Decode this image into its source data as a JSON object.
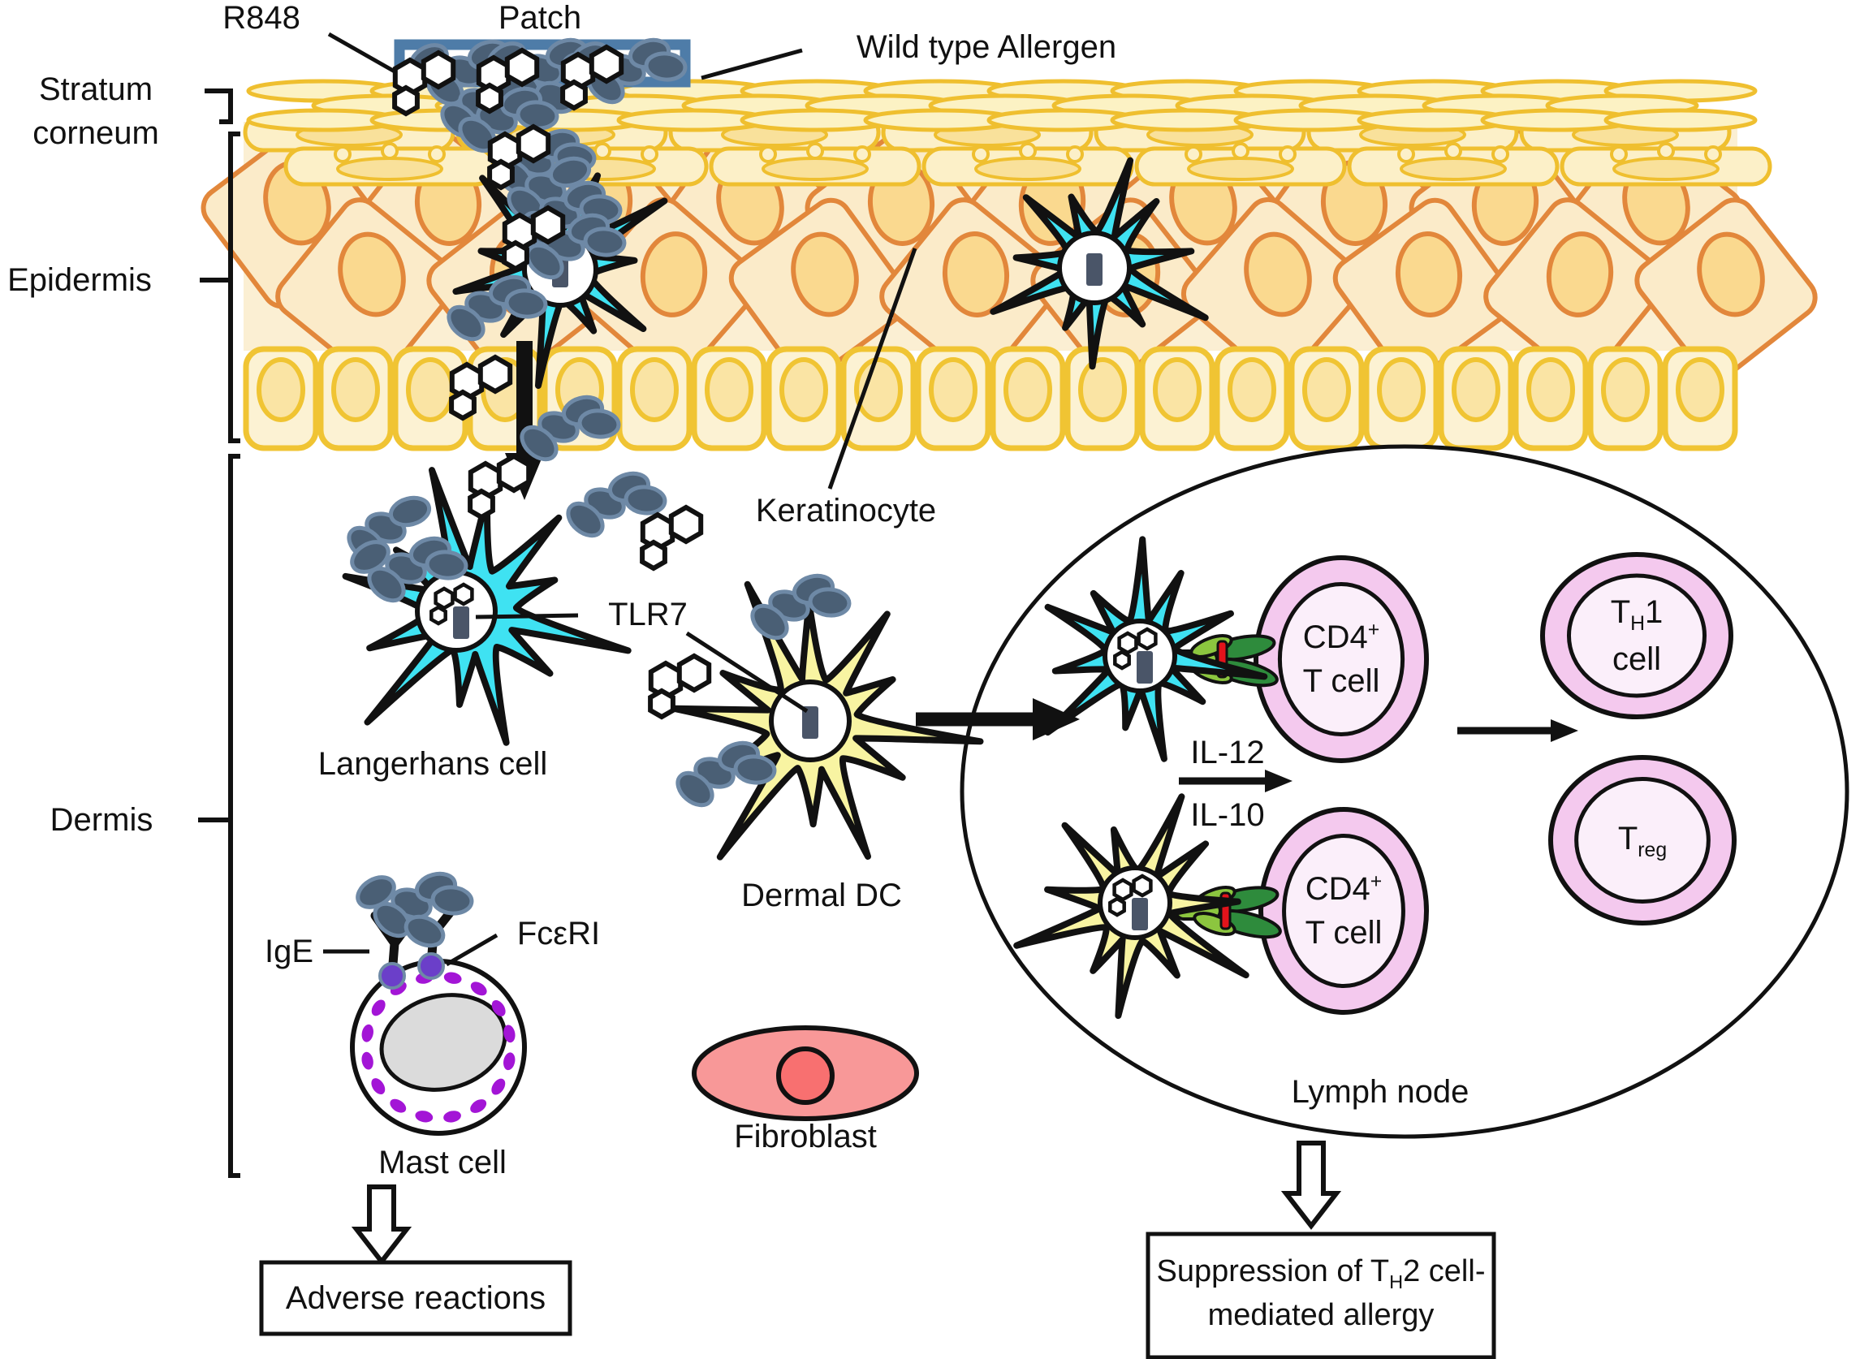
{
  "labels": {
    "r848": "R848",
    "patch": "Patch",
    "wild_type_allergen": "Wild type Allergen",
    "stratum_corneum_line1": "Stratum",
    "stratum_corneum_line2": "corneum",
    "epidermis": "Epidermis",
    "dermis": "Dermis",
    "keratinocyte": "Keratinocyte",
    "tlr7": "TLR7",
    "langerhans_cell": "Langerhans cell",
    "dermal_dc": "Dermal DC",
    "ige": "IgE",
    "fceri": "FcεRI",
    "mast_cell": "Mast cell",
    "fibroblast": "Fibroblast",
    "lymph_node": "Lymph node",
    "il12": "IL-12",
    "il10": "IL-10"
  },
  "cells": {
    "cd4_t_cell": {
      "line1": "CD4",
      "sup": "+",
      "line2": "T cell"
    },
    "th1": {
      "base": "T",
      "sub": "H",
      "after": "1",
      "line2": "cell"
    },
    "treg": {
      "base": "T",
      "sub": "reg"
    }
  },
  "boxes": {
    "adverse_reactions": "Adverse reactions",
    "suppression_line1_base": "Suppression of T",
    "suppression_line1_sub": "H",
    "suppression_line1_rest": "2 cell-",
    "suppression_line2": "mediated allergy"
  },
  "colors": {
    "outline": "#111111",
    "corneum_gold": "#EFBF2F",
    "basal_gold": "#F0C433",
    "keratinocyte_stroke": "#E2873B",
    "keratinocyte_fill": "#FBEBC9",
    "keratinocyte_nucleus": "#FAD98F",
    "epidermis_bg": "#FBEFD3",
    "pale_cell_fill": "#FCF0C8",
    "langerhans": "#3FE2F2",
    "dermal_dc": "#F8F4A2",
    "tlr7_receptor": "#4A5568",
    "allergen": "#4A5F75",
    "allergen_stroke": "#6E89A6",
    "r848_molecule": "#FFFFFF",
    "patch": "#4E7CA8",
    "tcell_ring": "#F4C9EE",
    "tcell_inner": "#FBEFFA",
    "mast_granule": "#A315D6",
    "mast_nucleus": "#DBDBDB",
    "fceri_receptor": "#6B3FC9",
    "fibroblast": "#F89898",
    "fibroblast_nucleus": "#F87070",
    "synapse_light_green": "#8CC63F",
    "synapse_dark_green": "#2E8B3C",
    "synapse_red": "#E3131B"
  }
}
